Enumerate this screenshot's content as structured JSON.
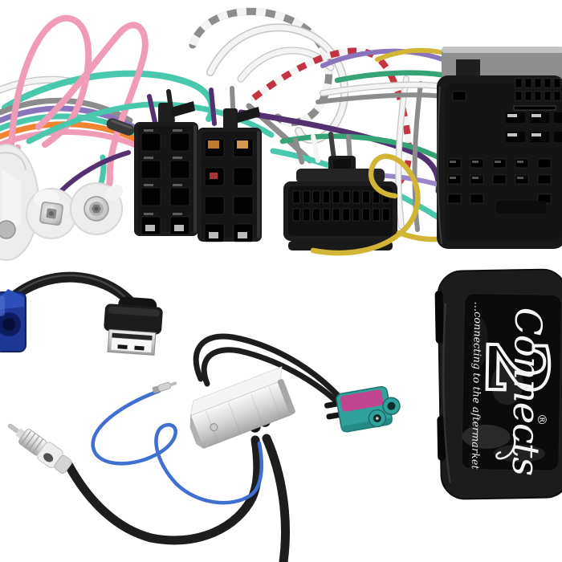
{
  "product_photo": {
    "background": "#ffffff",
    "description_tag": "car-audio-interface-harness-kit",
    "branding": {
      "logo_script": "Connects",
      "logo_numeral": "2",
      "registered_mark": "®",
      "tagline": "...connecting to the aftermarket",
      "text_color": "#f5f5f5",
      "label_color": "#0a0a0a",
      "box_color": "#1c1c1c"
    },
    "palette": {
      "wire_pink": "#f09cb6",
      "wire_teal": "#49c8ae",
      "wire_purple": "#8a74bc",
      "wire_lavender": "#9a86c8",
      "wire_dark_purple": "#533070",
      "wire_orange": "#ef8531",
      "wire_gray": "#8c8c8c",
      "wire_white": "#f4f4f4",
      "wire_red": "#c53240",
      "wire_green": "#35a376",
      "wire_yellow": "#d2b534",
      "wire_blue": "#3e6fd1",
      "cable_black": "#1d1d1d",
      "connector_black": "#1c1c1c",
      "quadlock_gray": "#8e8e8e",
      "fakra_blue": "#1d3896",
      "fakra_teal": "#2fa39b",
      "fakra_magenta": "#c2458f",
      "usb_white": "#f7f7f7"
    }
  }
}
